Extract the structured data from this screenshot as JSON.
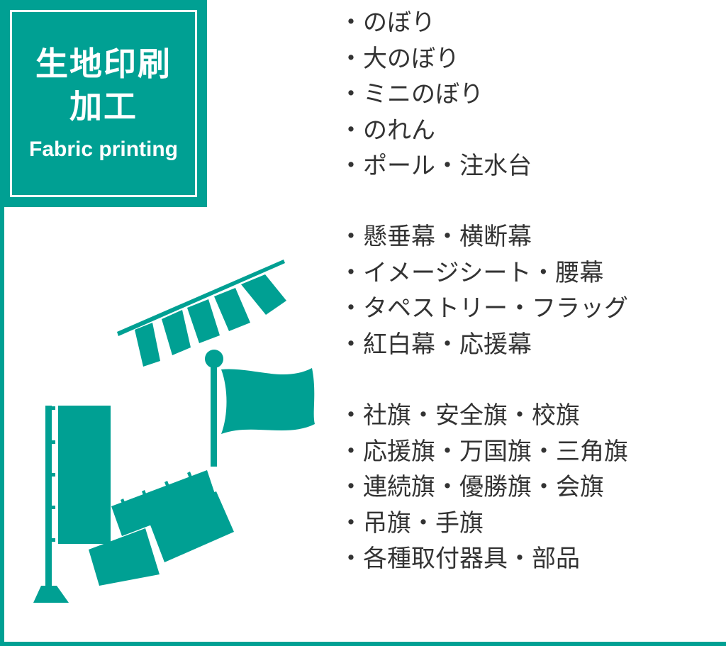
{
  "title": {
    "line1": "生地印刷",
    "line2": "加工",
    "english": "Fabric printing"
  },
  "colors": {
    "accent": "#00a093",
    "text": "#333333",
    "background": "#ffffff"
  },
  "groups": [
    {
      "items": [
        "・のぼり",
        "・大のぼり",
        "・ミニのぼり",
        "・のれん",
        "・ポール・注水台"
      ]
    },
    {
      "items": [
        "・懸垂幕・横断幕",
        "・イメージシート・腰幕",
        "・タペストリー・フラッグ",
        "・紅白幕・応援幕"
      ]
    },
    {
      "items": [
        "・社旗・安全旗・校旗",
        "・応援旗・万国旗・三角旗",
        "・連続旗・優勝旗・会旗",
        "・吊旗・手旗",
        "・各種取付器具・部品"
      ]
    }
  ],
  "icons": [
    "pennant-string-icon",
    "flag-icon",
    "nobori-banner-icon",
    "noren-curtain-icon"
  ]
}
